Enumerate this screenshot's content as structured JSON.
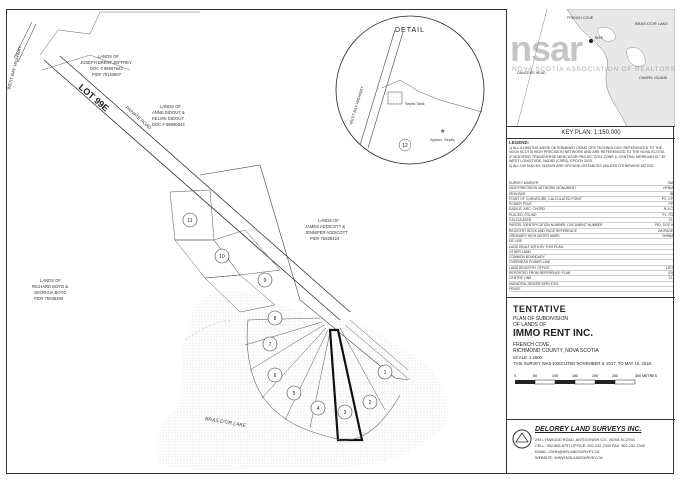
{
  "keyplan": {
    "place_labels": [
      "FRENCH COVE",
      "BRAS D'OR LAKE",
      "SITE",
      "DANCERS HEAD",
      "CHAPEL ISLAND"
    ],
    "caption": "KEY PLAN: 1:150,000"
  },
  "watermark": {
    "logo": "nsar",
    "subtitle": "NOVA SCOTIA ASSOCIATION OF REALTORS"
  },
  "detail": {
    "title": "DETAIL",
    "highway": "WEST BAY HIGHWAY",
    "lot": "12",
    "septic_tank": "Septic Tank",
    "approx_septic": "Approx. Septic"
  },
  "legend": {
    "header": "LEGEND:",
    "notes": [
      "1) ALL AZIMUTHS WERE DETERMINED USING GPS TECHNOLOGY, REFERENCED TO THE",
      "NOVA SCOTIA HIGH PRECISION NETWORK AND ARE REFERENCED TO THE NOVA SCOTIA",
      "3° MODIFIED TRANSVERSE MERCATOR PROJECTION, ZONE 4, CENTRAL MERIDIAN 61° 30'",
      "WEST LONGITUDE, NAD83 (CSRS), EPOCH 2010.",
      "2) ALL DISTANCES SHOWN ARE GROUND DISTANCES UNLESS OTHERWISE NOTED."
    ],
    "rows": [
      {
        "label": "SURVEY MARKER",
        "symbol": "SM"
      },
      {
        "label": "HIGH PRECISION NETWORK MONUMENT",
        "symbol": "HPNM"
      },
      {
        "label": "IRON BAR",
        "symbol": "IB"
      },
      {
        "label": "POINT OF CURVATURE, CALCULATED POINT",
        "symbol": "PC, CP"
      },
      {
        "label": "POWER POLE",
        "symbol": "PP"
      },
      {
        "label": "RADIUS, ARC, CHORD",
        "symbol": "R,A,C"
      },
      {
        "label": "PLACED, FOUND",
        "symbol": "PL, FD"
      },
      {
        "label": "CALCULATED",
        "symbol": "CL"
      },
      {
        "label": "PARCEL IDENTIFICATION NUMBER, DOCUMENT NUMBER",
        "symbol": "PID, DOC #"
      },
      {
        "label": "REGISTRY BOOK AND PAGE REFERENCE",
        "symbol": "BK/PAGE"
      },
      {
        "label": "ORDINARY HIGH WATER MARK",
        "symbol": "OHWM"
      },
      {
        "label": "DE LINE",
        "symbol": ""
      },
      {
        "label": "LAND DEALT WITH BY THIS PLAN",
        "symbol": ""
      },
      {
        "label": "OTHER LAND",
        "symbol": ""
      },
      {
        "label": "COMMON BOUNDARY",
        "symbol": ""
      },
      {
        "label": "OVERHEAD POWER LINE",
        "symbol": ""
      },
      {
        "label": "LAND REGISTRY OFFICE",
        "symbol": "LRO"
      },
      {
        "label": "REPORTED FROM REFERENCE PLAN",
        "symbol": "(R)"
      },
      {
        "label": "CENTRE LINE",
        "symbol": "CL"
      },
      {
        "label": "MUNICIPAL SEWER SERVICES",
        "symbol": ""
      },
      {
        "label": "FENCE",
        "symbol": ""
      }
    ]
  },
  "title_block": {
    "tentative": "TENTATIVE",
    "line1": "PLAN OF SUBDIVISION",
    "line2": "OF LANDS OF",
    "owner": "IMMO RENT INC.",
    "place": "FRENCH COVE,",
    "county": "RICHMOND COUNTY, NOVA SCOTIA",
    "scale": "SCALE: 1:2500",
    "survey_dates": "THIS SURVEY WAS EXECUTED NOVEMBER 8, 2017, TO MAY 10, 2018.",
    "scale_ticks": [
      "0",
      "50",
      "100",
      "150",
      "200",
      "250",
      "300 METRES"
    ]
  },
  "surveyor": {
    "name": "DELOREY LAND SURVEYS INC.",
    "address": "294 LYNWOOD ROAD, ANTIGONISH CO., NOVA SCOTIA",
    "phone": "CELL: 902-863-8797   OFFICE: 902-232-2340   FAX: 902-232-2340",
    "email": "EMAIL: JOHN@NSLANDSURVEY.CA",
    "website": "WEBSITE: WWW.NSLANDSURVEY.CA"
  },
  "plan": {
    "road": "LOT 99E",
    "road_sub": "PRIVATE ROAD",
    "highway": "WEST BAY HIGHWAY",
    "lake": "BRAS D'OR LAKE",
    "owners": [
      {
        "l1": "LANDS OF",
        "l2": "JOSEPH BRENT JEFFREY",
        "l3": "DOC # 95567643",
        "l4": "PID# 75153807"
      },
      {
        "l1": "LANDS OF",
        "l2": "ANNE DIDOUT &",
        "l3": "KELVIN DIDOUT",
        "l4": "DOC # 86690043"
      },
      {
        "l1": "LANDS OF",
        "l2": "RICHARD BOYD &",
        "l3": "GEORGIA BOYD",
        "l4": "PID# 75036392"
      },
      {
        "l1": "LANDS OF",
        "l2": "JAMES ADDICOTT &",
        "l3": "JENNIFER ADDICOTT",
        "l4": "PID# 75038424"
      }
    ],
    "lots": [
      "1",
      "2",
      "3",
      "4",
      "5",
      "6",
      "7",
      "8",
      "9",
      "10",
      "11",
      "12"
    ]
  }
}
